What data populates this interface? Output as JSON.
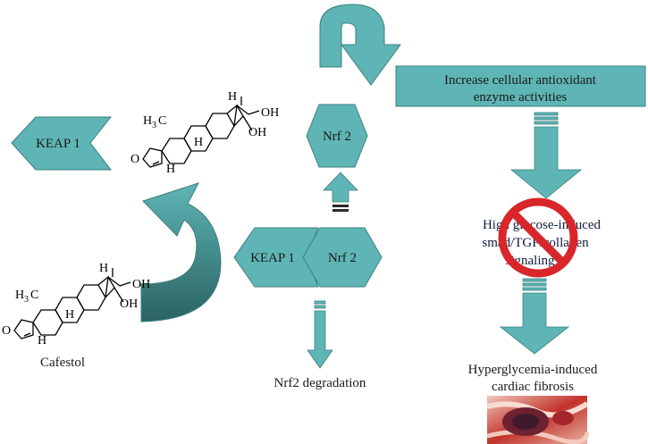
{
  "shapes": {
    "keap_left": "KEAP 1",
    "nrf2_top": "Nrf 2",
    "keap_bottom": "KEAP 1",
    "nrf2_bottom": "Nrf 2"
  },
  "labels": {
    "antioxidant_line1": "Increase cellular antioxidant",
    "antioxidant_line2": "enzyme activities",
    "signaling_line1": "High glucose-induced",
    "signaling_line2": "smad/TGF/collagen",
    "signaling_line3": "signaling",
    "degradation": "Nrf2 degradation",
    "fibrosis_line1": "Hyperglycemia-induced",
    "fibrosis_line2": "cardiac fibrosis",
    "cafestol": "Cafestol"
  },
  "chem_text": {
    "h3c": "H",
    "c": "C",
    "sub3": "3",
    "h": "H",
    "oh": "OH",
    "o": "O"
  },
  "colors": {
    "teal": "#5fb5b5",
    "teal_dark": "#2f6d6d",
    "teal_edge": "#3a8080",
    "prohibit": "#d9262b"
  }
}
